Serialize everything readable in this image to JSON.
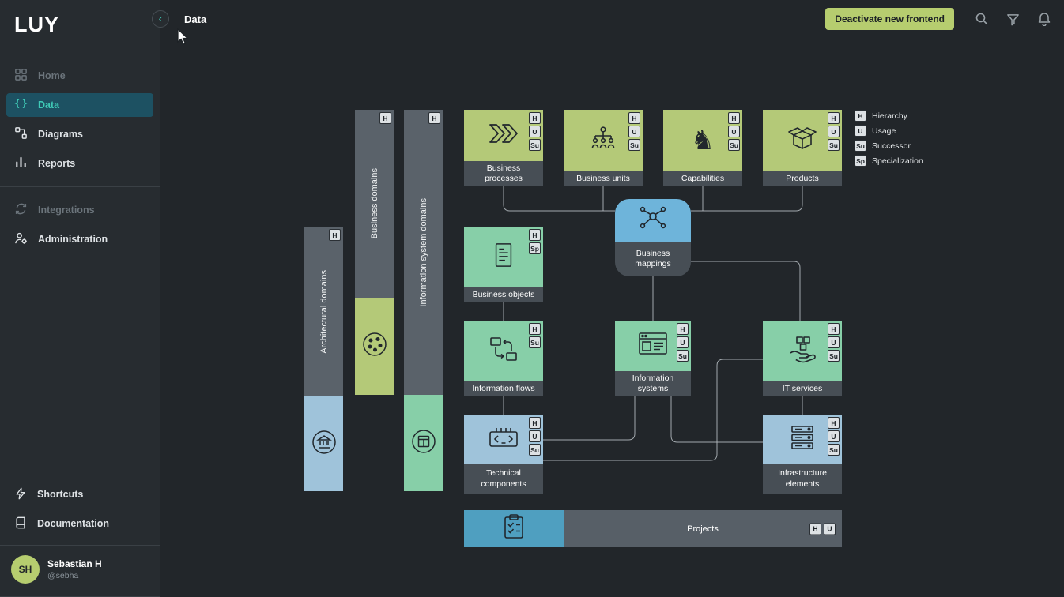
{
  "app": {
    "logo": "LUY"
  },
  "topbar": {
    "title": "Data",
    "action_button": "Deactivate new frontend"
  },
  "sidebar": {
    "items": [
      {
        "label": "Home",
        "state": "disabled"
      },
      {
        "label": "Data",
        "state": "active"
      },
      {
        "label": "Diagrams",
        "state": "normal"
      },
      {
        "label": "Reports",
        "state": "normal"
      },
      {
        "label": "Integrations",
        "state": "disabled"
      },
      {
        "label": "Administration",
        "state": "normal"
      }
    ],
    "footer": [
      {
        "label": "Shortcuts"
      },
      {
        "label": "Documentation"
      }
    ],
    "user": {
      "initials": "SH",
      "name": "Sebastian H",
      "handle": "@sebha"
    }
  },
  "badge_labels": {
    "h": "H",
    "u": "U",
    "su": "Su",
    "sp": "Sp"
  },
  "legend": [
    {
      "badge": "H",
      "label": "Hierarchy"
    },
    {
      "badge": "U",
      "label": "Usage"
    },
    {
      "badge": "Su",
      "label": "Successor"
    },
    {
      "badge": "Sp",
      "label": "Specialization"
    }
  ],
  "diagram": {
    "domains": [
      {
        "label": "Architectural domains"
      },
      {
        "label": "Business domains"
      },
      {
        "label": "Information system domains"
      }
    ],
    "boxes": {
      "business_processes": "Business processes",
      "business_units": "Business units",
      "capabilities": "Capabilities",
      "products": "Products",
      "business_mappings": "Business mappings",
      "business_objects": "Business objects",
      "information_flows": "Information flows",
      "information_systems": "Information systems",
      "it_services": "IT services",
      "technical_components": "Technical components",
      "infrastructure_elements": "Infrastructure elements",
      "projects": "Projects"
    }
  },
  "icons": {
    "capabilities_glyph": "♞",
    "collapse_chevron": "‹",
    "names": [
      "home-grid-icon",
      "code-braces-icon",
      "diagram-icon",
      "bar-chart-icon",
      "sync-icon",
      "user-gear-icon",
      "bolt-icon",
      "book-icon",
      "search-icon",
      "filter-icon",
      "bell-icon",
      "chevron-left-icon"
    ]
  },
  "colors": {
    "accent_teal": "#3fc9b6",
    "lime_button": "#b6cd6f",
    "olive_box": "#b4c978",
    "mint_box": "#87cfa8",
    "pale_blue_box": "#9fc3da",
    "mapping_blue": "#6eb4da",
    "projects_blue": "#4f9fc0",
    "label_strip": "#474e55",
    "bar_gray": "#5a626a",
    "active_nav_bg": "#1d5162"
  }
}
